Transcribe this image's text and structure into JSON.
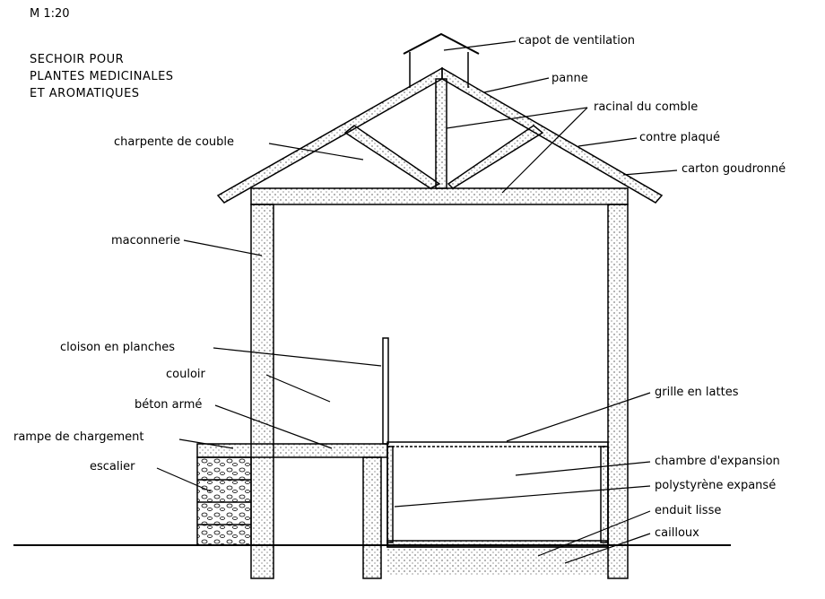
{
  "scale": "M 1:20",
  "title": [
    "SECHOIR POUR",
    "PLANTES MEDICINALES",
    "ET AROMATIQUES"
  ],
  "labels": {
    "capot": "capot de ventilation",
    "panne": "panne",
    "racinal": "racinal du comble",
    "charpente": "charpente de couble",
    "contre_plaque": "contre plaqué",
    "carton": "carton goudronné",
    "maconnerie": "maconnerie",
    "cloison": "cloison en planches",
    "couloir": "couloir",
    "beton": "béton armé",
    "rampe": "rampe de chargement",
    "escalier": "escalier",
    "grille": "grille en lattes",
    "chambre": "chambre d'expansion",
    "polystyrene": "polystyrène expansé",
    "enduit": "enduit lisse",
    "cailloux": "cailloux"
  }
}
